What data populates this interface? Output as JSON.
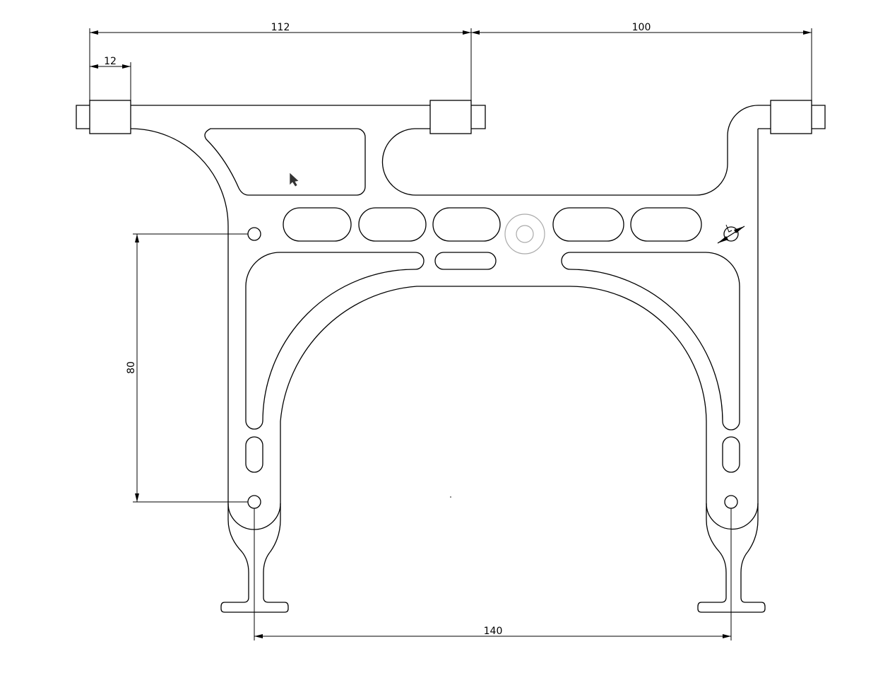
{
  "drawing": {
    "dimensions": {
      "top_left_span": "112",
      "top_right_span": "100",
      "block_width": "12",
      "hole_vertical": "80",
      "leg_spacing": "140"
    },
    "colors": {
      "line": "#000000",
      "reference_circle": "#aaaaaa",
      "background": "#ffffff"
    }
  }
}
